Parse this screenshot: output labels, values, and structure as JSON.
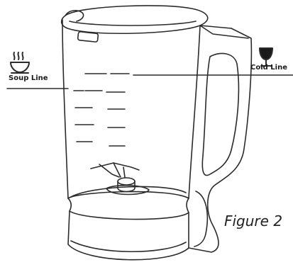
{
  "labels": {
    "soup_line": "Soup Line",
    "cold_line": "Cold Line"
  },
  "caption": "Figure 2",
  "icons": {
    "soup": "soup-bowl-icon",
    "cold": "wine-glass-icon"
  },
  "colors": {
    "stroke": "#2b2b2b",
    "ink": "#1a1a1a"
  }
}
